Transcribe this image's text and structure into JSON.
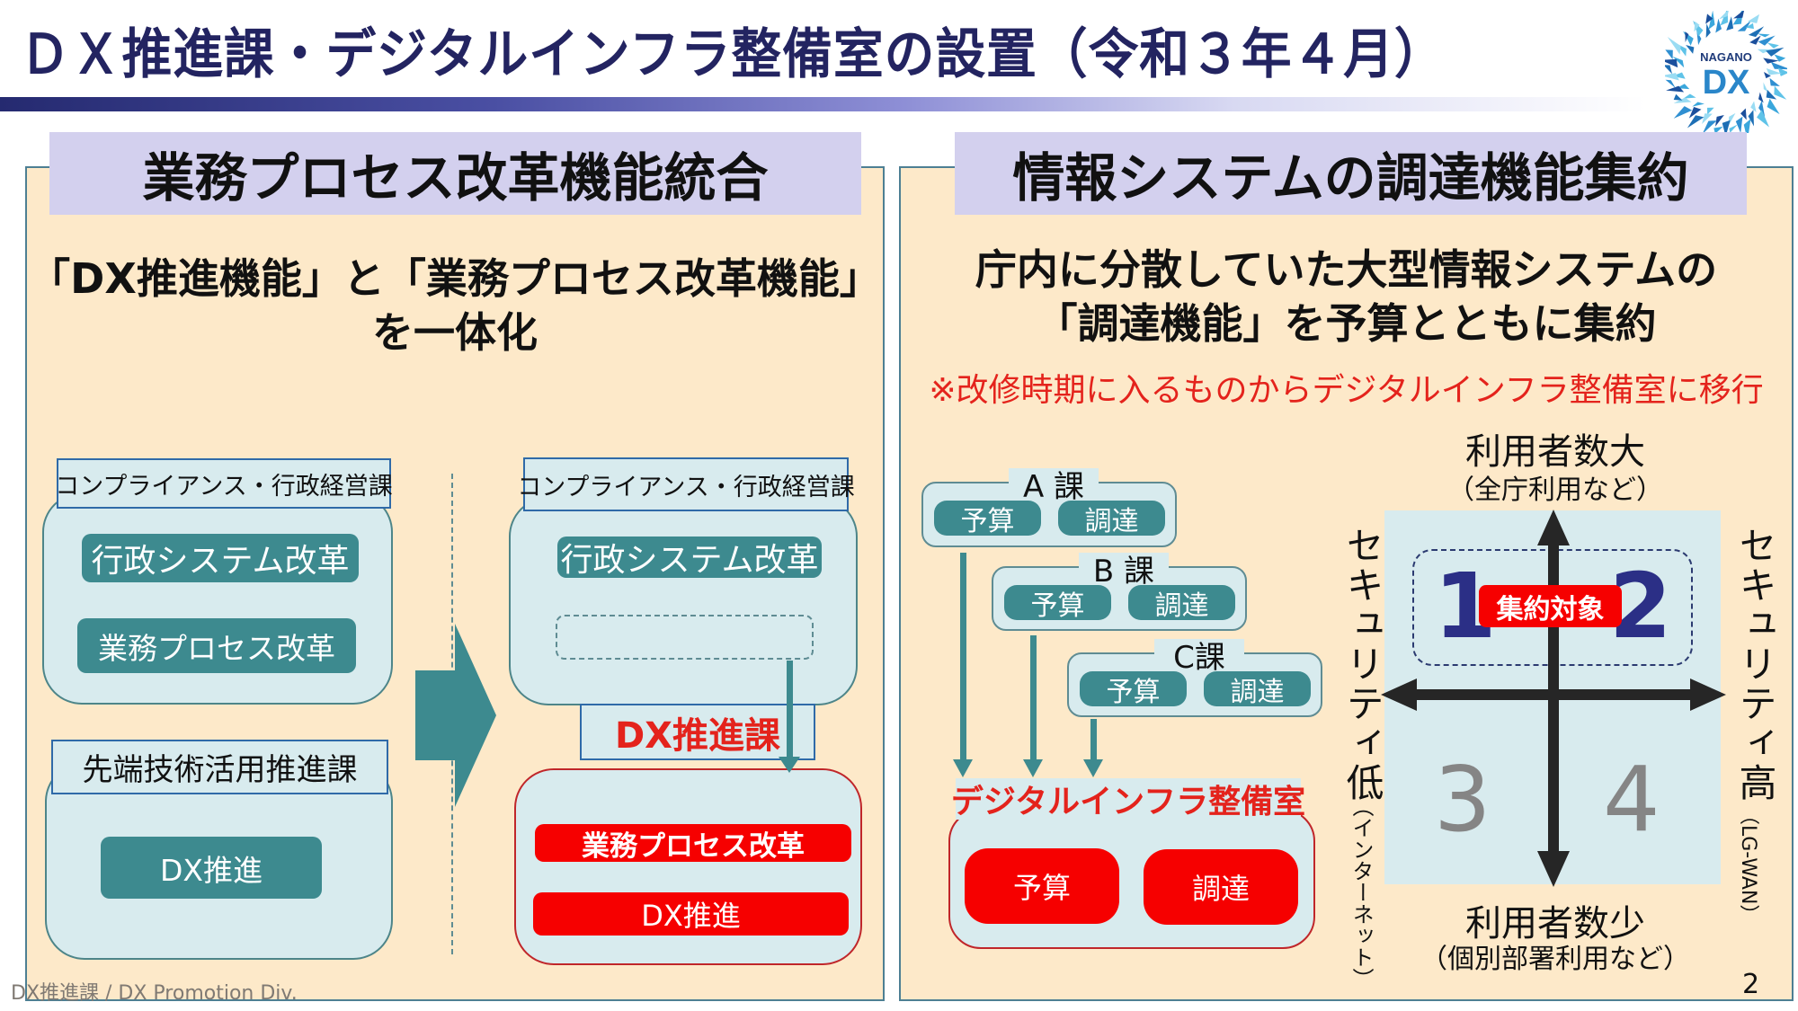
{
  "header": {
    "title": "ＤＸ推進課・デジタルインフラ整備室の設置（令和３年４月）",
    "logo": {
      "top_text": "NAGANO",
      "main_text": "DX",
      "icon": "nagano-dx-logo"
    }
  },
  "left_panel": {
    "header": "業務プロセス改革機能統合",
    "lead_lines": [
      "「DX推進機能」と「業務プロセス改革機能」",
      "を一体化"
    ],
    "before": {
      "org1": {
        "label": "コンプライアンス・行政経営課",
        "functions": [
          "行政システム改革",
          "業務プロセス改革"
        ]
      },
      "org2": {
        "label": "先端技術活用推進課",
        "functions": [
          "DX推進"
        ]
      }
    },
    "after": {
      "org1": {
        "label": "コンプライアンス・行政経営課",
        "functions": [
          "行政システム改革"
        ]
      },
      "org2": {
        "label": "DX推進課",
        "functions": [
          "業務プロセス改革",
          "DX推進"
        ]
      }
    },
    "transition_icon": "right-arrow-icon"
  },
  "right_panel": {
    "header": "情報システムの調達機能集約",
    "lead_lines": [
      "庁内に分散していた大型情報システムの",
      "「調達機能」を予算とともに集約"
    ],
    "note": "※改修時期に入るものからデジタルインフラ整備室に移行",
    "departments": [
      {
        "name": "A 課",
        "items": [
          "予算",
          "調達"
        ]
      },
      {
        "name": "B 課",
        "items": [
          "予算",
          "調達"
        ]
      },
      {
        "name": "C課",
        "items": [
          "予算",
          "調達"
        ]
      }
    ],
    "target": {
      "name": "デジタルインフラ整備室",
      "items": [
        "予算",
        "調達"
      ]
    },
    "matrix": {
      "top_label": "利用者数大",
      "top_sub": "（全庁利用など）",
      "bottom_label": "利用者数少",
      "bottom_sub": "（個別部署利用など）",
      "left_label": "セキュリティ低",
      "left_sub": "（インターネット）",
      "right_label": "セキュリティ高",
      "right_sub": "（LG-WAN）",
      "quadrants": [
        "1",
        "2",
        "3",
        "4"
      ],
      "highlight_label": "集約対象",
      "highlight_quadrants": [
        "1",
        "2"
      ]
    }
  },
  "footer": {
    "org_text": "DX推進課 / DX Promotion Div.",
    "page_number": "2"
  },
  "colors": {
    "title": "#232461",
    "panel_bg": "#fde9c9",
    "header_bg": "#d3d0ee",
    "teal": "#3d8a8f",
    "red": "#f60000",
    "box_bg": "#d8ebee",
    "quadrant_primary": "#2b2f86",
    "quadrant_secondary": "#858585"
  }
}
